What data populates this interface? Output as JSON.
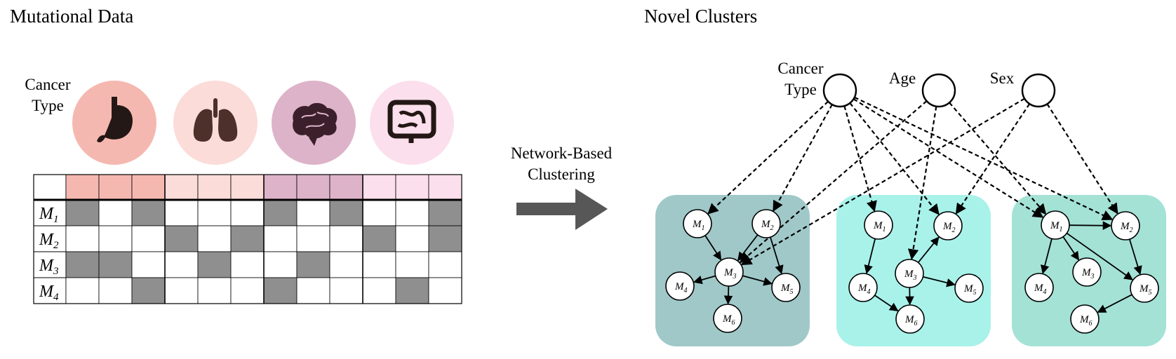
{
  "left_title": "Mutational Data",
  "right_title": "Novel Clusters",
  "cancer_type_label": [
    "Cancer",
    "Type"
  ],
  "organ_icons": [
    {
      "icon": "stomach-icon",
      "color": "#f5b8b0"
    },
    {
      "icon": "lungs-icon",
      "color": "#fbdcd8"
    },
    {
      "icon": "brain-icon",
      "color": "#ddb3c9"
    },
    {
      "icon": "intestine-icon",
      "color": "#fcdfec"
    }
  ],
  "matrix": {
    "header_colors": [
      "#f5b8b0",
      "#f5b8b0",
      "#f5b8b0",
      "#fbdcd8",
      "#fbdcd8",
      "#fbdcd8",
      "#ddb3c9",
      "#ddb3c9",
      "#ddb3c9",
      "#fcdfec",
      "#fcdfec",
      "#fcdfec"
    ],
    "rows": [
      {
        "main": "M",
        "sub": "1",
        "cells": [
          1,
          0,
          1,
          0,
          0,
          0,
          1,
          0,
          1,
          0,
          0,
          1
        ]
      },
      {
        "main": "M",
        "sub": "2",
        "cells": [
          0,
          0,
          0,
          1,
          0,
          1,
          0,
          0,
          0,
          1,
          0,
          1
        ]
      },
      {
        "main": "M",
        "sub": "3",
        "cells": [
          1,
          1,
          0,
          0,
          1,
          0,
          0,
          1,
          0,
          0,
          0,
          0
        ]
      },
      {
        "main": "M",
        "sub": "4",
        "cells": [
          0,
          0,
          1,
          0,
          0,
          0,
          1,
          0,
          0,
          0,
          1,
          0
        ]
      }
    ],
    "mutated_color": "#8f8f8f"
  },
  "arrow_label": [
    "Network-Based",
    "Clustering"
  ],
  "covariates": [
    {
      "id": "cancer",
      "label": [
        "Cancer",
        "Type"
      ]
    },
    {
      "id": "age",
      "label": [
        "Age"
      ]
    },
    {
      "id": "sex",
      "label": [
        "Sex"
      ]
    }
  ],
  "clusters": [
    {
      "color": "#a0c8c8",
      "nodes": [
        {
          "id": "M1",
          "main": "M",
          "sub": "1"
        },
        {
          "id": "M2",
          "main": "M",
          "sub": "2"
        },
        {
          "id": "M3",
          "main": "M",
          "sub": "3"
        },
        {
          "id": "M4",
          "main": "M",
          "sub": "4"
        },
        {
          "id": "M5",
          "main": "M",
          "sub": "5"
        },
        {
          "id": "M6",
          "main": "M",
          "sub": "6"
        }
      ],
      "edges": [
        [
          "M1",
          "M3"
        ],
        [
          "M2",
          "M3"
        ],
        [
          "M2",
          "M5"
        ],
        [
          "M3",
          "M4"
        ],
        [
          "M3",
          "M5"
        ],
        [
          "M3",
          "M6"
        ]
      ]
    },
    {
      "color": "#a8f2ea",
      "nodes": [
        {
          "id": "M1",
          "main": "M",
          "sub": "1"
        },
        {
          "id": "M2",
          "main": "M",
          "sub": "2"
        },
        {
          "id": "M3",
          "main": "M",
          "sub": "3"
        },
        {
          "id": "M4",
          "main": "M",
          "sub": "4"
        },
        {
          "id": "M5",
          "main": "M",
          "sub": "5"
        },
        {
          "id": "M6",
          "main": "M",
          "sub": "6"
        }
      ],
      "edges": [
        [
          "M1",
          "M4"
        ],
        [
          "M3",
          "M2"
        ],
        [
          "M3",
          "M5"
        ],
        [
          "M3",
          "M6"
        ],
        [
          "M4",
          "M6"
        ]
      ]
    },
    {
      "color": "#a4e2d6",
      "nodes": [
        {
          "id": "M1",
          "main": "M",
          "sub": "1"
        },
        {
          "id": "M2",
          "main": "M",
          "sub": "2"
        },
        {
          "id": "M3",
          "main": "M",
          "sub": "3"
        },
        {
          "id": "M4",
          "main": "M",
          "sub": "4"
        },
        {
          "id": "M5",
          "main": "M",
          "sub": "5"
        },
        {
          "id": "M6",
          "main": "M",
          "sub": "6"
        }
      ],
      "edges": [
        [
          "M1",
          "M2"
        ],
        [
          "M1",
          "M3"
        ],
        [
          "M1",
          "M4"
        ],
        [
          "M1",
          "M5"
        ],
        [
          "M2",
          "M5"
        ],
        [
          "M5",
          "M6"
        ]
      ]
    }
  ],
  "covariate_edges": [
    [
      "cancer",
      0,
      "M1"
    ],
    [
      "cancer",
      0,
      "M2"
    ],
    [
      "cancer",
      1,
      "M1"
    ],
    [
      "cancer",
      1,
      "M2"
    ],
    [
      "cancer",
      2,
      "M1"
    ],
    [
      "cancer",
      2,
      "M2"
    ],
    [
      "age",
      0,
      "M3"
    ],
    [
      "age",
      1,
      "M3"
    ],
    [
      "age",
      2,
      "M1"
    ],
    [
      "sex",
      0,
      "M3"
    ],
    [
      "sex",
      1,
      "M2"
    ],
    [
      "sex",
      2,
      "M2"
    ]
  ]
}
